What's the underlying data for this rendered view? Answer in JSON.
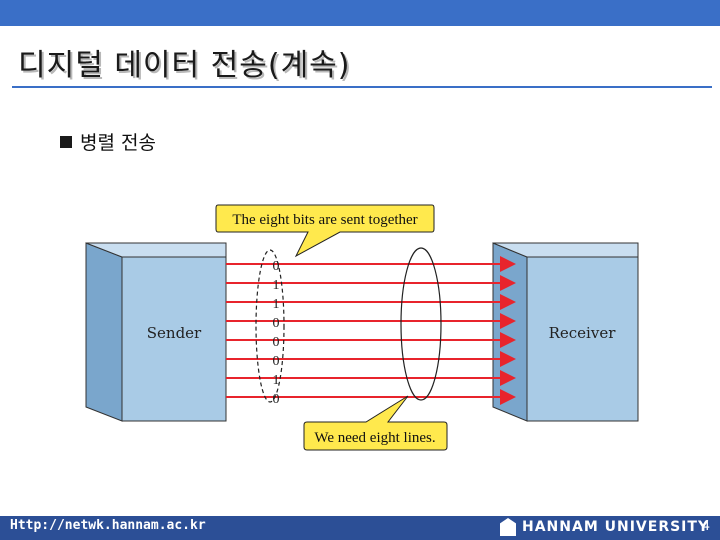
{
  "slide": {
    "title": "디지털 데이터 전송(계속)",
    "bullet": "병렬 전송"
  },
  "diagram": {
    "sender_label": "Sender",
    "receiver_label": "Receiver",
    "callout_top": "The eight bits are sent together",
    "callout_bottom": "We need eight lines.",
    "bits": [
      "0",
      "1",
      "1",
      "0",
      "0",
      "0",
      "1",
      "0"
    ],
    "line_color": "#e8242c",
    "box_color": "#a9cbe6",
    "callout_color": "#ffe94d"
  },
  "footer": {
    "url": "Http://netwk.hannam.ac.kr",
    "university": "HANNAM UNIVERSITY",
    "page": "4"
  }
}
